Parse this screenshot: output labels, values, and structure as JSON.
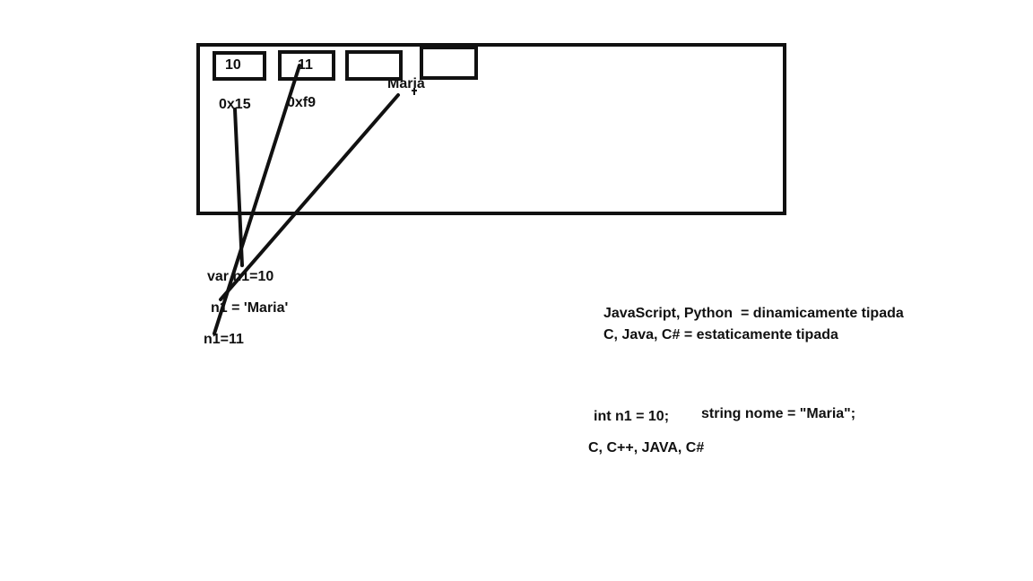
{
  "memory": {
    "cells": [
      "10",
      "11",
      "",
      ""
    ],
    "addresses": [
      "0x15",
      "0xf9"
    ],
    "value_label": "Maria"
  },
  "code": {
    "line1": "var n1=10",
    "line2": "n1 = 'Maria'",
    "line3": "n1=11"
  },
  "notes": {
    "dynamic": "JavaScript, Python  = dinamicamente tipada",
    "static": "C, Java, C# = estaticamente tipada",
    "decl_int": "int n1 = 10;",
    "decl_string": "string nome = \"Maria\";",
    "languages": "C, C++, JAVA, C#"
  },
  "colors": {
    "ink": "#111111",
    "background": "#ffffff"
  }
}
